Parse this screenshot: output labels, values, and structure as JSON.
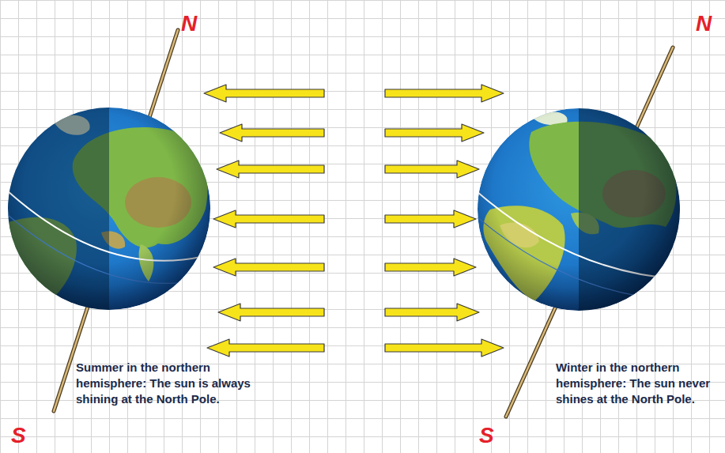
{
  "diagram": {
    "labels": [
      "N",
      "S",
      "Summer in the northern hemisphere: The sun is always shining at the North Pole.",
      "N",
      "S",
      "Winter in the northern hemisphere: The sun never shines at the North Pole."
    ]
  }
}
